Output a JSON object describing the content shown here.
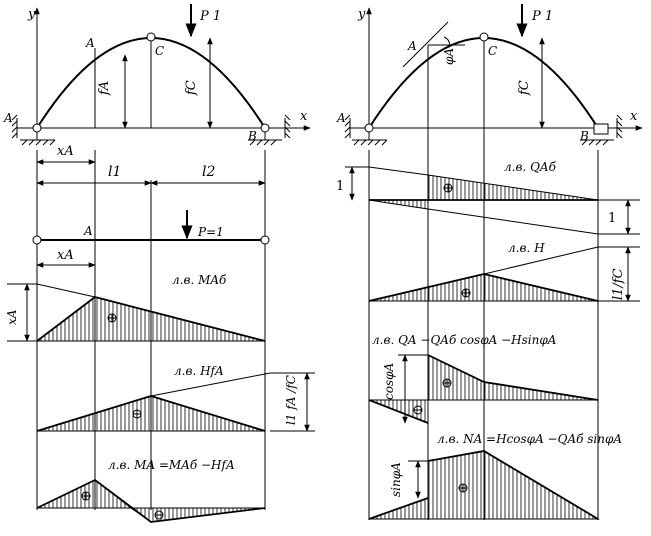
{
  "left": {
    "axis_y": "y",
    "axis_x": "x",
    "support_left": "A",
    "support_right": "B",
    "point_a": "A",
    "point_c": "C",
    "load_top": "P  1",
    "f_a": "fA",
    "f_c": "fC",
    "x_a": "xA",
    "l1": "l1",
    "l2": "l2",
    "beam_point": "A",
    "beam_load": "P=1",
    "x_a_2": "xA",
    "ordinate_x_a": "xA",
    "ordinate_ratio": "l1 fA /fC",
    "line_m_beam": "л.в. MAб",
    "line_hf": "л.в. HfA",
    "line_m": "л.в. MA =MAб −HfA"
  },
  "right": {
    "axis_y": "y",
    "axis_x": "x",
    "support_left": "A",
    "support_right": "B",
    "point_a": "A",
    "point_c": "C",
    "load_top": "P  1",
    "phi_a": "φA",
    "f_c": "fC",
    "unit_left": "1",
    "unit_right": "1",
    "ordinate_l1fc": "l1/fC",
    "ordinate_cos": "cosφA",
    "ordinate_sin": "sinφA",
    "line_q_beam": "л.в. QAб",
    "line_h": "л.в. H",
    "line_q": "л.в. QA −QAб cosφA −HsinφA",
    "line_n": "л.в. NA =HcosφA −QAб sinφA"
  }
}
